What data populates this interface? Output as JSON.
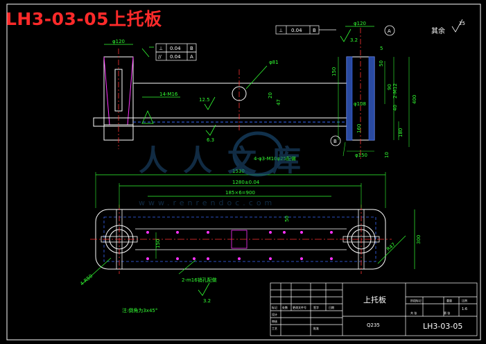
{
  "drawing_title": "LH3-03-05上托板",
  "part_name": "上托板",
  "drawing_number": "LH3-03-05",
  "material": "Q235",
  "scale": "1:6",
  "roughness_rest": "其余",
  "roughness_rest_value": "25",
  "note": "注:倒角为3x45°",
  "watermark_text": "人人文库",
  "watermark_url": "www.renrendoc.com",
  "dims": {
    "d120_left": "φ120",
    "tol1_sym": "⊥",
    "tol1_val": "0.04",
    "tol1_ref": "B",
    "tol2_sym": "//",
    "tol2_val": "0.04",
    "tol2_ref": "A",
    "tol_top_sym": "⊥",
    "tol_top_val": "0.04",
    "tol_top_ref": "B",
    "d120_right": "φ120",
    "ref_a": "A",
    "ref_b": "B",
    "d81": "φ81",
    "thread_14m16": "14-M16",
    "r12_5": "12.5",
    "r6_3": "6.3",
    "d3_2_top": "3.2",
    "d50": "50",
    "d150_r": "150",
    "d5": "5",
    "d90": "90",
    "d2m12": "2-M12",
    "d40": "40",
    "d108": "φ108",
    "d160": "160",
    "d180": "180",
    "d10": "10",
    "d150_bottom": "φ150",
    "d400": "400",
    "d20": "20",
    "d47": "47",
    "holes_note": "4-φ3-M10φ25配做",
    "d1530": "1530",
    "d1280": "1280±0.04",
    "d185x6": "185×6=900",
    "d300": "300",
    "d150_mid": "150",
    "d50_mid": "50",
    "d4r50": "4-R50",
    "d2m16": "2-m16销孔配做",
    "d3_2_bot": "3.2",
    "dr47": "R47"
  },
  "title_block": {
    "labels": [
      "标记",
      "处数",
      "更改文件号",
      "签字",
      "日期",
      "设计",
      "审核",
      "工艺",
      "批准",
      "阶段标记",
      "重量",
      "比例",
      "共 张",
      "第 张"
    ]
  },
  "colors": {
    "part_outline": "#ffffff",
    "dimension": "#33ff33",
    "centerline": "#ff3333",
    "hidden": "#3a6bff",
    "accent": "#ff33ff",
    "title": "#ff2a2a"
  }
}
